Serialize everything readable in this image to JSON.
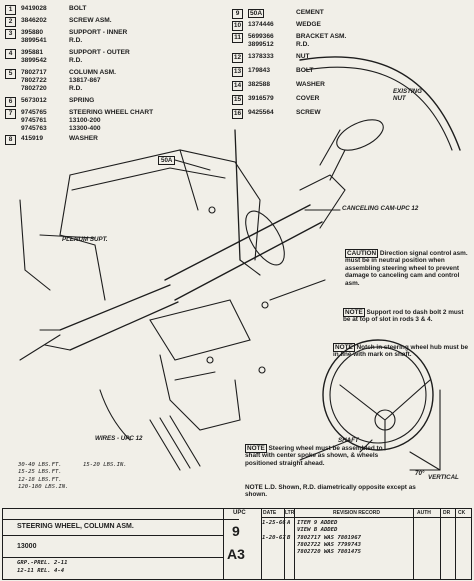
{
  "parts_left": [
    {
      "num": "1",
      "pn": "9419028",
      "desc": "BOLT"
    },
    {
      "num": "2",
      "pn": "3846202",
      "desc": "SCREW ASM."
    },
    {
      "num": "3",
      "pn": "395880",
      "desc": "SUPPORT - INNER",
      "pn2": "3899541",
      "desc2": "R.D."
    },
    {
      "num": "4",
      "pn": "395881",
      "desc": "SUPPORT - OUTER",
      "pn2": "3899542",
      "desc2": "R.D."
    },
    {
      "num": "5",
      "pn": "7802717",
      "desc": "COLUMN ASM.",
      "pn2": "7802722",
      "desc2": "13817-867",
      "pn3": "7802720",
      "desc3": "R.D."
    },
    {
      "num": "6",
      "pn": "5673012",
      "desc": "SPRING"
    },
    {
      "num": "7",
      "pn": "9745765",
      "desc": "STEERING WHEEL CHART",
      "pn2": "9745761",
      "desc2": "13100-200",
      "pn3": "9745763",
      "desc3": "13300-400"
    },
    {
      "num": "8",
      "pn": "415919",
      "desc": "WASHER"
    }
  ],
  "parts_right": [
    {
      "num": "9",
      "pn": "50A",
      "desc": "CEMENT"
    },
    {
      "num": "10",
      "pn": "1374446",
      "desc": "WEDGE"
    },
    {
      "num": "11",
      "pn": "5699366",
      "desc": "BRACKET ASM.",
      "pn2": "3899512",
      "desc2": "R.D."
    },
    {
      "num": "12",
      "pn": "1378333",
      "desc": "NUT"
    },
    {
      "num": "13",
      "pn": "179843",
      "desc": "BOLT"
    },
    {
      "num": "14",
      "pn": "382588",
      "desc": "WASHER"
    },
    {
      "num": "15",
      "pn": "3916579",
      "desc": "COVER"
    },
    {
      "num": "16",
      "pn": "9425564",
      "desc": "SCREW"
    }
  ],
  "labels": {
    "existing_nut": "EXISTING NUT",
    "canceling_cam": "CANCELING CAM-UPC 12",
    "plenum": "PLENUM SUPT.",
    "wires": "WIRES - UPC 12",
    "shaft": "SHAFT",
    "vertical": "VERTICAL",
    "deg": "70°",
    "cement": "50A"
  },
  "notes": {
    "caution_tag": "CAUTION",
    "caution": "Direction signal control asm. must be in neutral position when assembling steering wheel to prevent damage to canceling cam and control asm.",
    "note1_tag": "NOTE",
    "note1": "Support rod to dash bolt 2 must be at top of slot in rods 3 & 4.",
    "note2_tag": "NOTE",
    "note2": "Notch in steering wheel hub must be in line with mark on shaft.",
    "note3_tag": "NOTE",
    "note3": "Steering wheel must be assembled to shaft with center spoke as shown, & wheels positioned straight ahead.",
    "note4": "NOTE L.D. Shown, R.D. diametrically opposite except as shown."
  },
  "torque": [
    "30-40 LBS.FT.",
    "15-25 LBS.FT.",
    "12-18 LBS.FT.",
    "15-20 LBS.IN.",
    "120-180 LBS.IN."
  ],
  "title_block": {
    "title": "STEERING WHEEL, COLUMN ASM.",
    "upc_label": "UPC",
    "upc": "9",
    "sheet": "A3",
    "number": "13000",
    "rev_header": "REVISION RECORD",
    "auth": "AUTH",
    "dr": "DR",
    "ck": "CK",
    "date_header": "DATE",
    "ltr_header": "LTR",
    "revs": [
      {
        "date": "1-25-66",
        "ltr": "A",
        "text": "ITEM 9 ADDED"
      },
      {
        "date": "",
        "ltr": "",
        "text": "VIEW B ADDED"
      },
      {
        "date": "1-20-67",
        "ltr": "B",
        "text": "7802717 WAS 7801967"
      },
      {
        "date": "",
        "ltr": "",
        "text": "7802722 WAS 7799743"
      },
      {
        "date": "",
        "ltr": "",
        "text": "7802720 WAS 7801475"
      }
    ],
    "left_notes": [
      "GRP.-PREL. 2-11",
      "12-11 REL. 4-4"
    ]
  }
}
